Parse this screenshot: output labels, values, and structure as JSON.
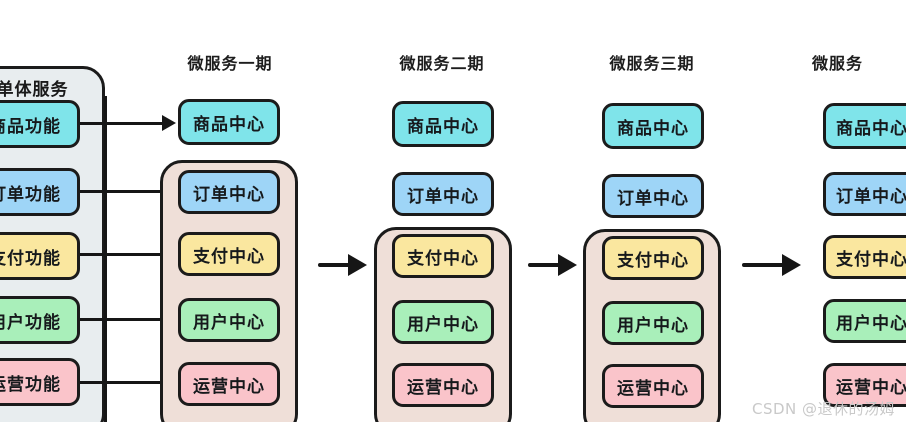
{
  "diagram": {
    "title_watermark": "CSDN @退休的汤姆",
    "palette": {
      "product": "#7fe4ea",
      "order": "#9ed5f7",
      "payment": "#fae79f",
      "user": "#a9efba",
      "operation": "#fac4ca",
      "monolith_bg": "#e8edef",
      "group_bg": "#efdfd8",
      "stroke": "#1b1b1b"
    },
    "columns": [
      {
        "id": "monolith",
        "header": "",
        "group_title": "单体服务",
        "group_style": "mono",
        "boxes": [
          {
            "label": "商品功能",
            "color": "product"
          },
          {
            "label": "订单功能",
            "color": "order"
          },
          {
            "label": "支付功能",
            "color": "payment"
          },
          {
            "label": "用户功能",
            "color": "user"
          },
          {
            "label": "运营功能",
            "color": "operation"
          }
        ]
      },
      {
        "id": "phase-1",
        "header": "微服务一期",
        "standalone": [
          {
            "label": "商品中心",
            "color": "product"
          }
        ],
        "grouped": [
          {
            "label": "订单中心",
            "color": "order"
          },
          {
            "label": "支付中心",
            "color": "payment"
          },
          {
            "label": "用户中心",
            "color": "user"
          },
          {
            "label": "运营中心",
            "color": "operation"
          }
        ]
      },
      {
        "id": "phase-2",
        "header": "微服务二期",
        "standalone": [
          {
            "label": "商品中心",
            "color": "product"
          },
          {
            "label": "订单中心",
            "color": "order"
          }
        ],
        "grouped": [
          {
            "label": "支付中心",
            "color": "payment"
          },
          {
            "label": "用户中心",
            "color": "user"
          },
          {
            "label": "运营中心",
            "color": "operation"
          }
        ]
      },
      {
        "id": "phase-3",
        "header": "微服务三期",
        "standalone": [
          {
            "label": "商品中心",
            "color": "product"
          },
          {
            "label": "订单中心",
            "color": "order"
          }
        ],
        "grouped": [
          {
            "label": "支付中心",
            "color": "payment"
          },
          {
            "label": "用户中心",
            "color": "user"
          },
          {
            "label": "运营中心",
            "color": "operation"
          }
        ]
      },
      {
        "id": "phase-4",
        "header": "微服务",
        "standalone": [
          {
            "label": "商品中心",
            "color": "product"
          },
          {
            "label": "订单中心",
            "color": "order"
          },
          {
            "label": "支付中心",
            "color": "payment"
          },
          {
            "label": "用户中心",
            "color": "user"
          },
          {
            "label": "运营中心",
            "color": "operation"
          }
        ],
        "grouped": []
      }
    ]
  }
}
